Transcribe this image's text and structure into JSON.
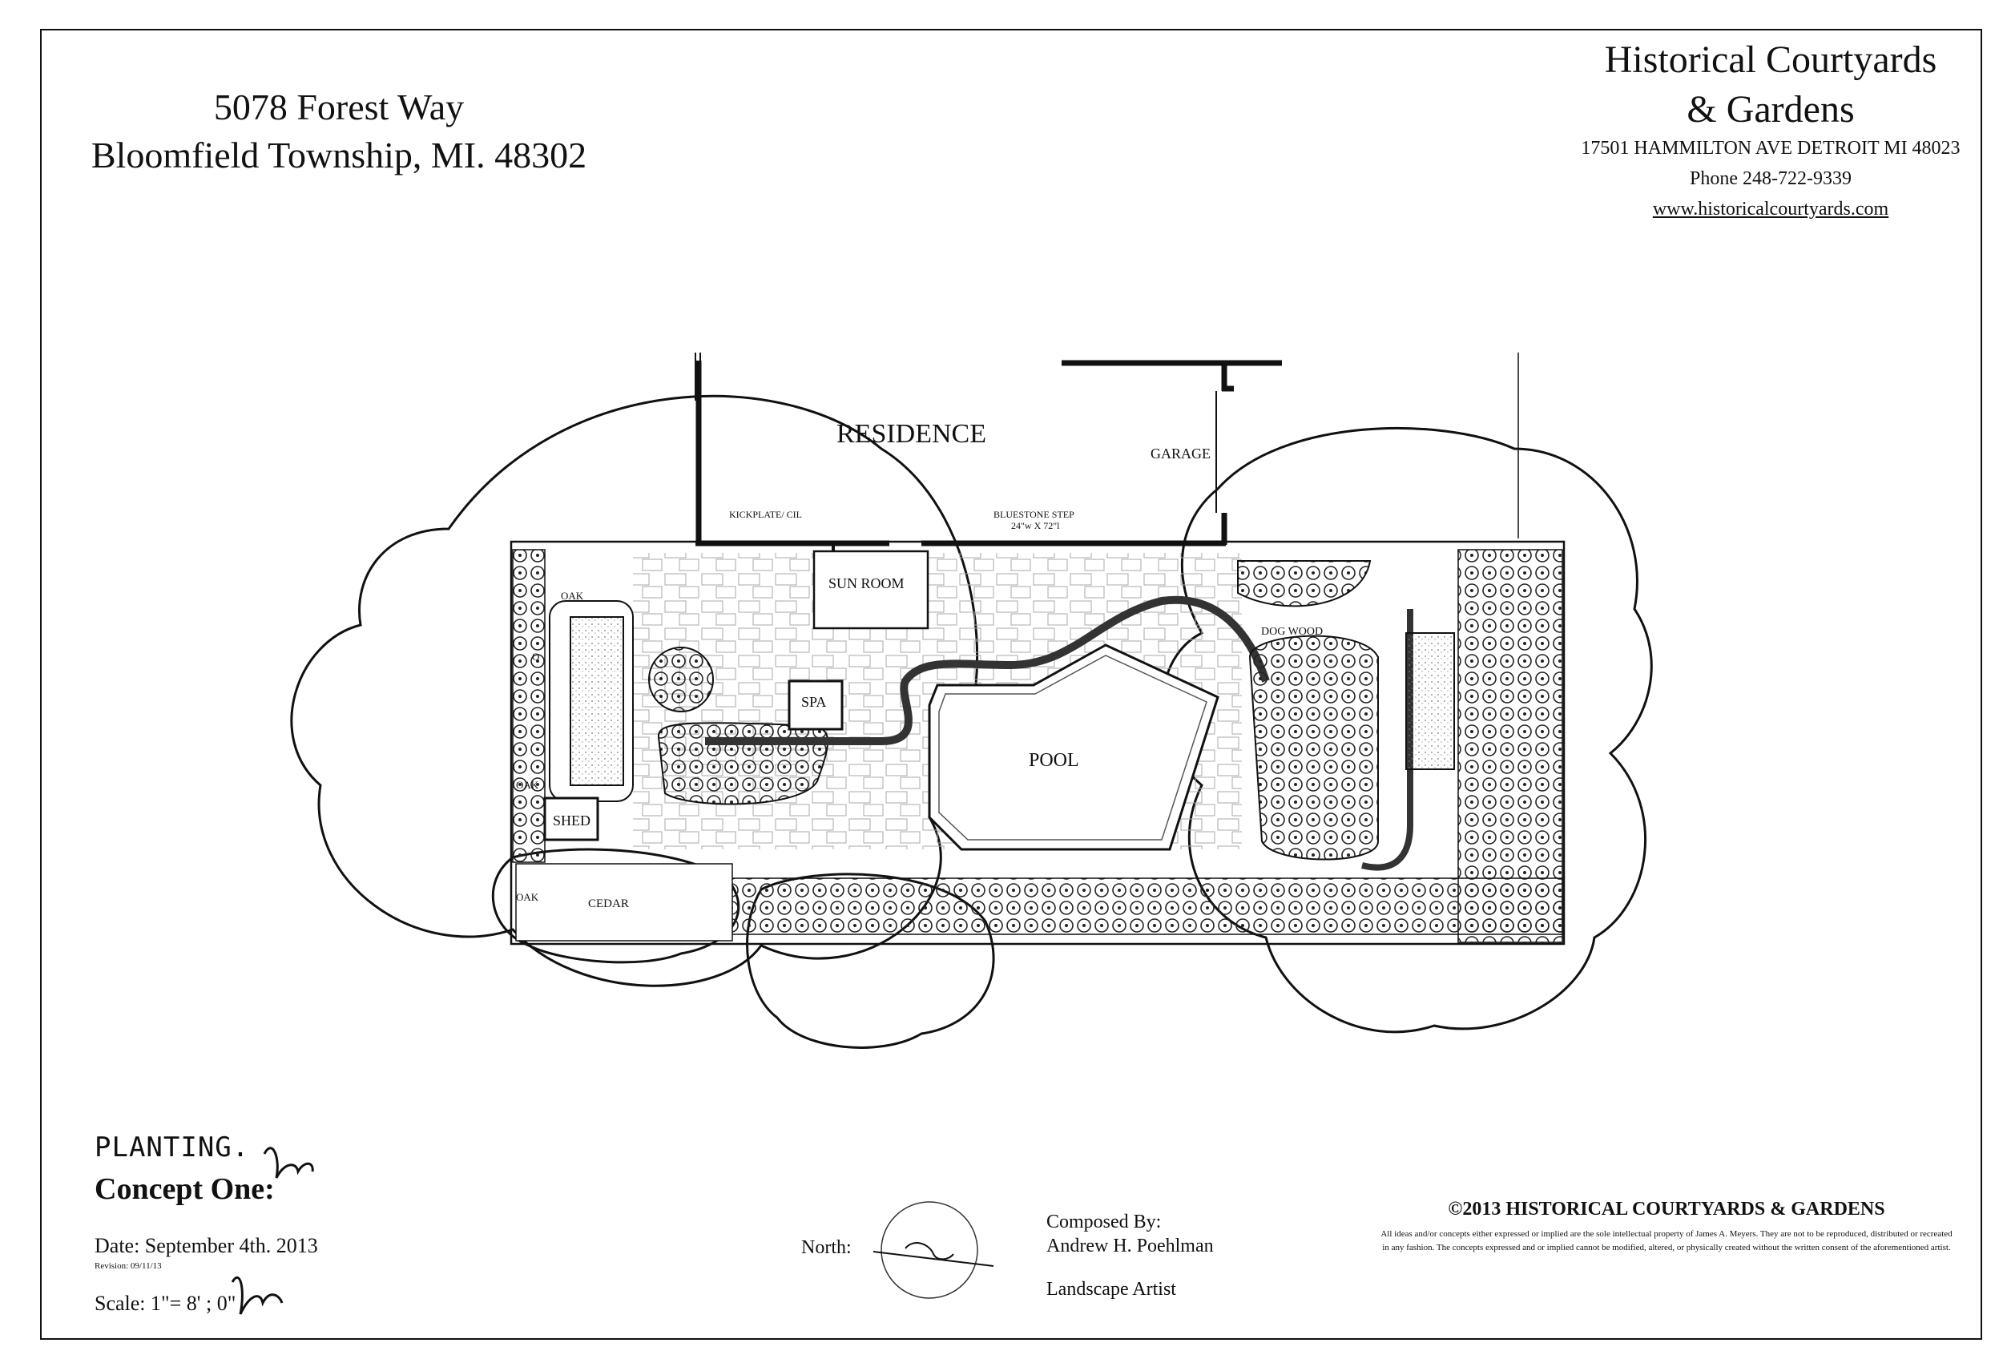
{
  "site": {
    "address_line1": "5078 Forest Way",
    "address_line2": "Bloomfield Township, MI. 48302"
  },
  "company": {
    "name_line1": "Historical Courtyards",
    "name_line2": "& Gardens",
    "street": "17501 HAMMILTON AVE DETROIT MI 48023",
    "phone": "Phone 248-722-9339",
    "website": "www.historicalcourtyards.com"
  },
  "plan_labels": {
    "residence": "RESIDENCE",
    "garage": "GARAGE",
    "kickplate": "KICKPLATE/ CIL",
    "bluestone_step": "BLUESTONE STEP",
    "bluestone_dims": "24\"w X 72\"l",
    "sun_room": "SUN ROOM",
    "spa": "SPA",
    "pool": "POOL",
    "shed": "SHED",
    "cedar": "CEDAR",
    "dog_wood": "DOG WOOD",
    "oak": "OAK",
    "oak_short": "O"
  },
  "title_block": {
    "handwritten_title": "PLANTING.",
    "concept": "Concept One:",
    "date": "Date: September 4th. 2013",
    "revision": "Revision: 09/11/13",
    "scale": "Scale: 1\"= 8' ; 0\"",
    "north_label": "North:",
    "composed_by": "Composed By:",
    "artist_name": "Andrew H. Poehlman",
    "artist_role": "Landscape Artist"
  },
  "copyright": {
    "heading": "©2013 HISTORICAL COURTYARDS & GARDENS",
    "disclaimer": "All ideas and/or concepts either expressed or implied are the sole intellectual property of James A. Meyers. They are not to be reproduced, distributed or recreated in any fashion. The concepts expressed and or implied cannot be modified, altered, or physically created without the written consent of the aforementioned artist."
  }
}
